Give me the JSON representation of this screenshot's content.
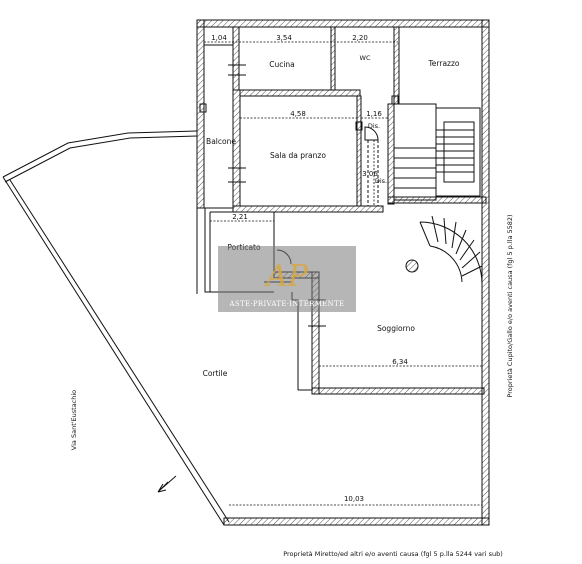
{
  "rooms": {
    "cucina": "Cucina",
    "wc": "WC",
    "terrazzo": "Terrazzo",
    "balcone": "Balcone",
    "sala_pranzo": "Sala da pranzo",
    "dis1": "Dis.",
    "dis2": "Dis.",
    "porticato": "Porticato",
    "soggiorno": "Soggiorno",
    "cortile": "Cortile"
  },
  "dimensions": {
    "d_104": "1,04",
    "d_354": "3,54",
    "d_220": "2,20",
    "d_458": "4,58",
    "d_116": "1,16",
    "d_306": "3,06",
    "d_221": "2,21",
    "d_634": "6,34",
    "d_1003": "10,03"
  },
  "labels": {
    "street": "Via Sant'Eustachio",
    "right_owner": "Proprietà Cupito/Gallo e/o aventi causa (fgl 5 p.lla 5582)",
    "bottom_owner": "Proprietà Miretto/ed altri e/o aventi causa (fgl 5 p.lla 5244 vari sub)"
  },
  "watermark": {
    "logo_letters": "AP",
    "text": "ASTE·PRIVATE·INTERMENTE"
  }
}
